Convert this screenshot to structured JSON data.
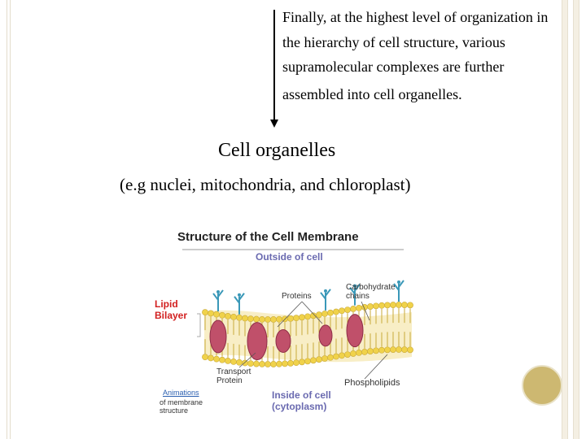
{
  "paragraph": {
    "lines": [
      "Finally, at the highest level of organization in",
      "the hierarchy of cell structure, various",
      "supramolecular complexes are further",
      "assembled into cell organelles."
    ]
  },
  "heading": "Cell organelles",
  "examples": "(e.g nuclei, mitochondria, and chloroplast)",
  "figure": {
    "title": "Structure of the Cell Membrane",
    "outside": "Outside of cell",
    "lipid_line1": "Lipid",
    "lipid_line2": "Bilayer",
    "proteins": "Proteins",
    "carb_line1": "Carbohydrate",
    "carb_line2": "chains",
    "transport_line1": "Transport",
    "transport_line2": "Protein",
    "phospholipids": "Phospholipids",
    "inside_line1": "Inside of cell",
    "inside_line2": "(cytoplasm)",
    "animations": "Animations",
    "anim_line2": "of membrane",
    "anim_line3": "structure"
  },
  "colors": {
    "slide_border": "#e3dccb",
    "accent_circle": "#cdb871",
    "lipid_heads": "#f0d24a",
    "protein": "#c0506a",
    "carbohydrate": "#3a98b8",
    "label_blue": "#6a6ab0",
    "label_red": "#d22020"
  }
}
